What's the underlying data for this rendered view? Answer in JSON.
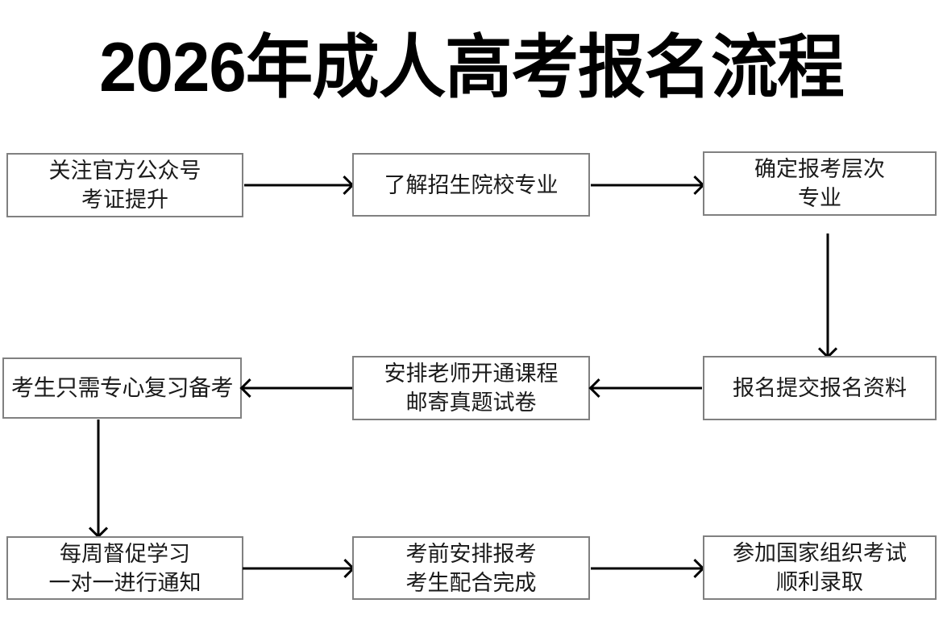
{
  "title": "2026年成人高考报名流程",
  "diagram": {
    "type": "flowchart",
    "nodes": [
      {
        "id": "n1",
        "lines": [
          "关注官方公众号",
          "考证提升"
        ]
      },
      {
        "id": "n2",
        "lines": [
          "了解招生院校专业"
        ]
      },
      {
        "id": "n3",
        "lines": [
          "确定报考层次",
          "专业"
        ]
      },
      {
        "id": "n4",
        "lines": [
          "考生只需专心复习备考"
        ]
      },
      {
        "id": "n5",
        "lines": [
          "安排老师开通课程",
          "邮寄真题试卷"
        ]
      },
      {
        "id": "n6",
        "lines": [
          "报名提交报名资料"
        ]
      },
      {
        "id": "n7",
        "lines": [
          "每周督促学习",
          "一对一进行通知"
        ]
      },
      {
        "id": "n8",
        "lines": [
          "考前安排报考",
          "考生配合完成"
        ]
      },
      {
        "id": "n9",
        "lines": [
          "参加国家组织考试",
          "顺利录取"
        ]
      }
    ],
    "edges": [
      {
        "from": "n1",
        "to": "n2",
        "direction": "right"
      },
      {
        "from": "n2",
        "to": "n3",
        "direction": "right"
      },
      {
        "from": "n3",
        "to": "n6",
        "direction": "down"
      },
      {
        "from": "n6",
        "to": "n5",
        "direction": "left"
      },
      {
        "from": "n5",
        "to": "n4",
        "direction": "left"
      },
      {
        "from": "n4",
        "to": "n7",
        "direction": "down"
      },
      {
        "from": "n7",
        "to": "n8",
        "direction": "right"
      },
      {
        "from": "n8",
        "to": "n9",
        "direction": "right"
      }
    ],
    "colors": {
      "background": "#ffffff",
      "box_border": "#808080",
      "box_fill": "#ffffff",
      "text": "#1a1a1a",
      "title_text": "#000000",
      "arrow": "#000000"
    }
  }
}
